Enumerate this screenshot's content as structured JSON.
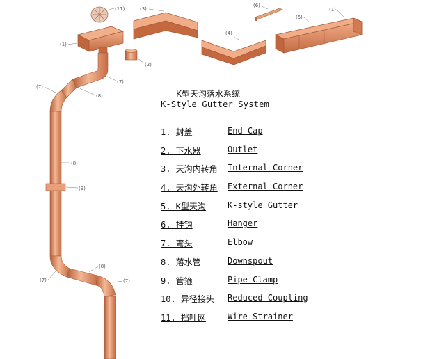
{
  "title": {
    "cn": "K型天沟落水系统",
    "en": "K-Style Gutter System"
  },
  "legend": [
    {
      "cn": "1. 封盖",
      "en": "End Cap"
    },
    {
      "cn": "2. 下水器",
      "en": "Outlet"
    },
    {
      "cn": "3. 天沟内转角",
      "en": "Internal Corner"
    },
    {
      "cn": "4. 天沟外转角",
      "en": "External Corner"
    },
    {
      "cn": "5. K型天沟",
      "en": "K-style Gutter"
    },
    {
      "cn": "6. 挂钩",
      "en": "Hanger"
    },
    {
      "cn": "7. 弯头",
      "en": "Elbow"
    },
    {
      "cn": "8. 落水管",
      "en": "Downspout"
    },
    {
      "cn": "9. 管箍",
      "en": "Pipe Clamp"
    },
    {
      "cn": "10. 异径接头",
      "en": "Reduced Coupling"
    },
    {
      "cn": "11. 挡叶网",
      "en": "Wire Strainer"
    }
  ],
  "callouts": {
    "c11": "(11)",
    "c3": "(3)",
    "c6": "(6)",
    "c1a": "(1)",
    "c1b": "(1)",
    "c4": "(4)",
    "c5": "(5)",
    "c2": "(2)",
    "c7a": "(7)",
    "c7b": "(7)",
    "c7c": "(7)",
    "c7d": "(7)",
    "c8a": "(8)",
    "c8b": "(8)",
    "c8c": "(8)",
    "c9": "(9)"
  },
  "colors": {
    "copper": "#d9825a",
    "copper_dark": "#b25d38",
    "copper_light": "#f2b592",
    "text": "#111111"
  }
}
